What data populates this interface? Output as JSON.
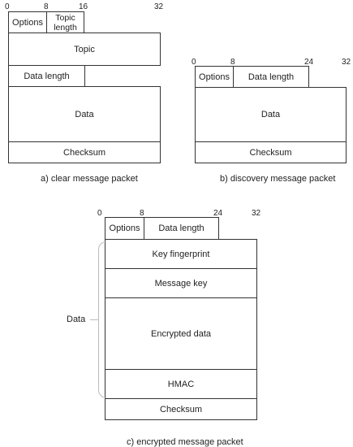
{
  "clear_packet": {
    "ticks": {
      "t0": "0",
      "t8": "8",
      "t16": "16",
      "t32": "32"
    },
    "fields": {
      "options": "Options",
      "topic_length": "Topic length",
      "topic": "Topic",
      "data_length": "Data length",
      "data": "Data",
      "checksum": "Checksum"
    },
    "caption": "a) clear message packet"
  },
  "discovery_packet": {
    "ticks": {
      "t0": "0",
      "t8": "8",
      "t24": "24",
      "t32": "32"
    },
    "fields": {
      "options": "Options",
      "data_length": "Data length",
      "data": "Data",
      "checksum": "Checksum"
    },
    "caption": "b) discovery message packet"
  },
  "encrypted_packet": {
    "ticks": {
      "t0": "0",
      "t8": "8",
      "t24": "24",
      "t32": "32"
    },
    "fields": {
      "options": "Options",
      "data_length": "Data length",
      "key_fingerprint": "Key fingerprint",
      "message_key": "Message key",
      "encrypted_data": "Encrypted data",
      "hmac": "HMAC",
      "checksum": "Checksum"
    },
    "data_group_label": "Data",
    "caption": "c) encrypted message packet"
  }
}
